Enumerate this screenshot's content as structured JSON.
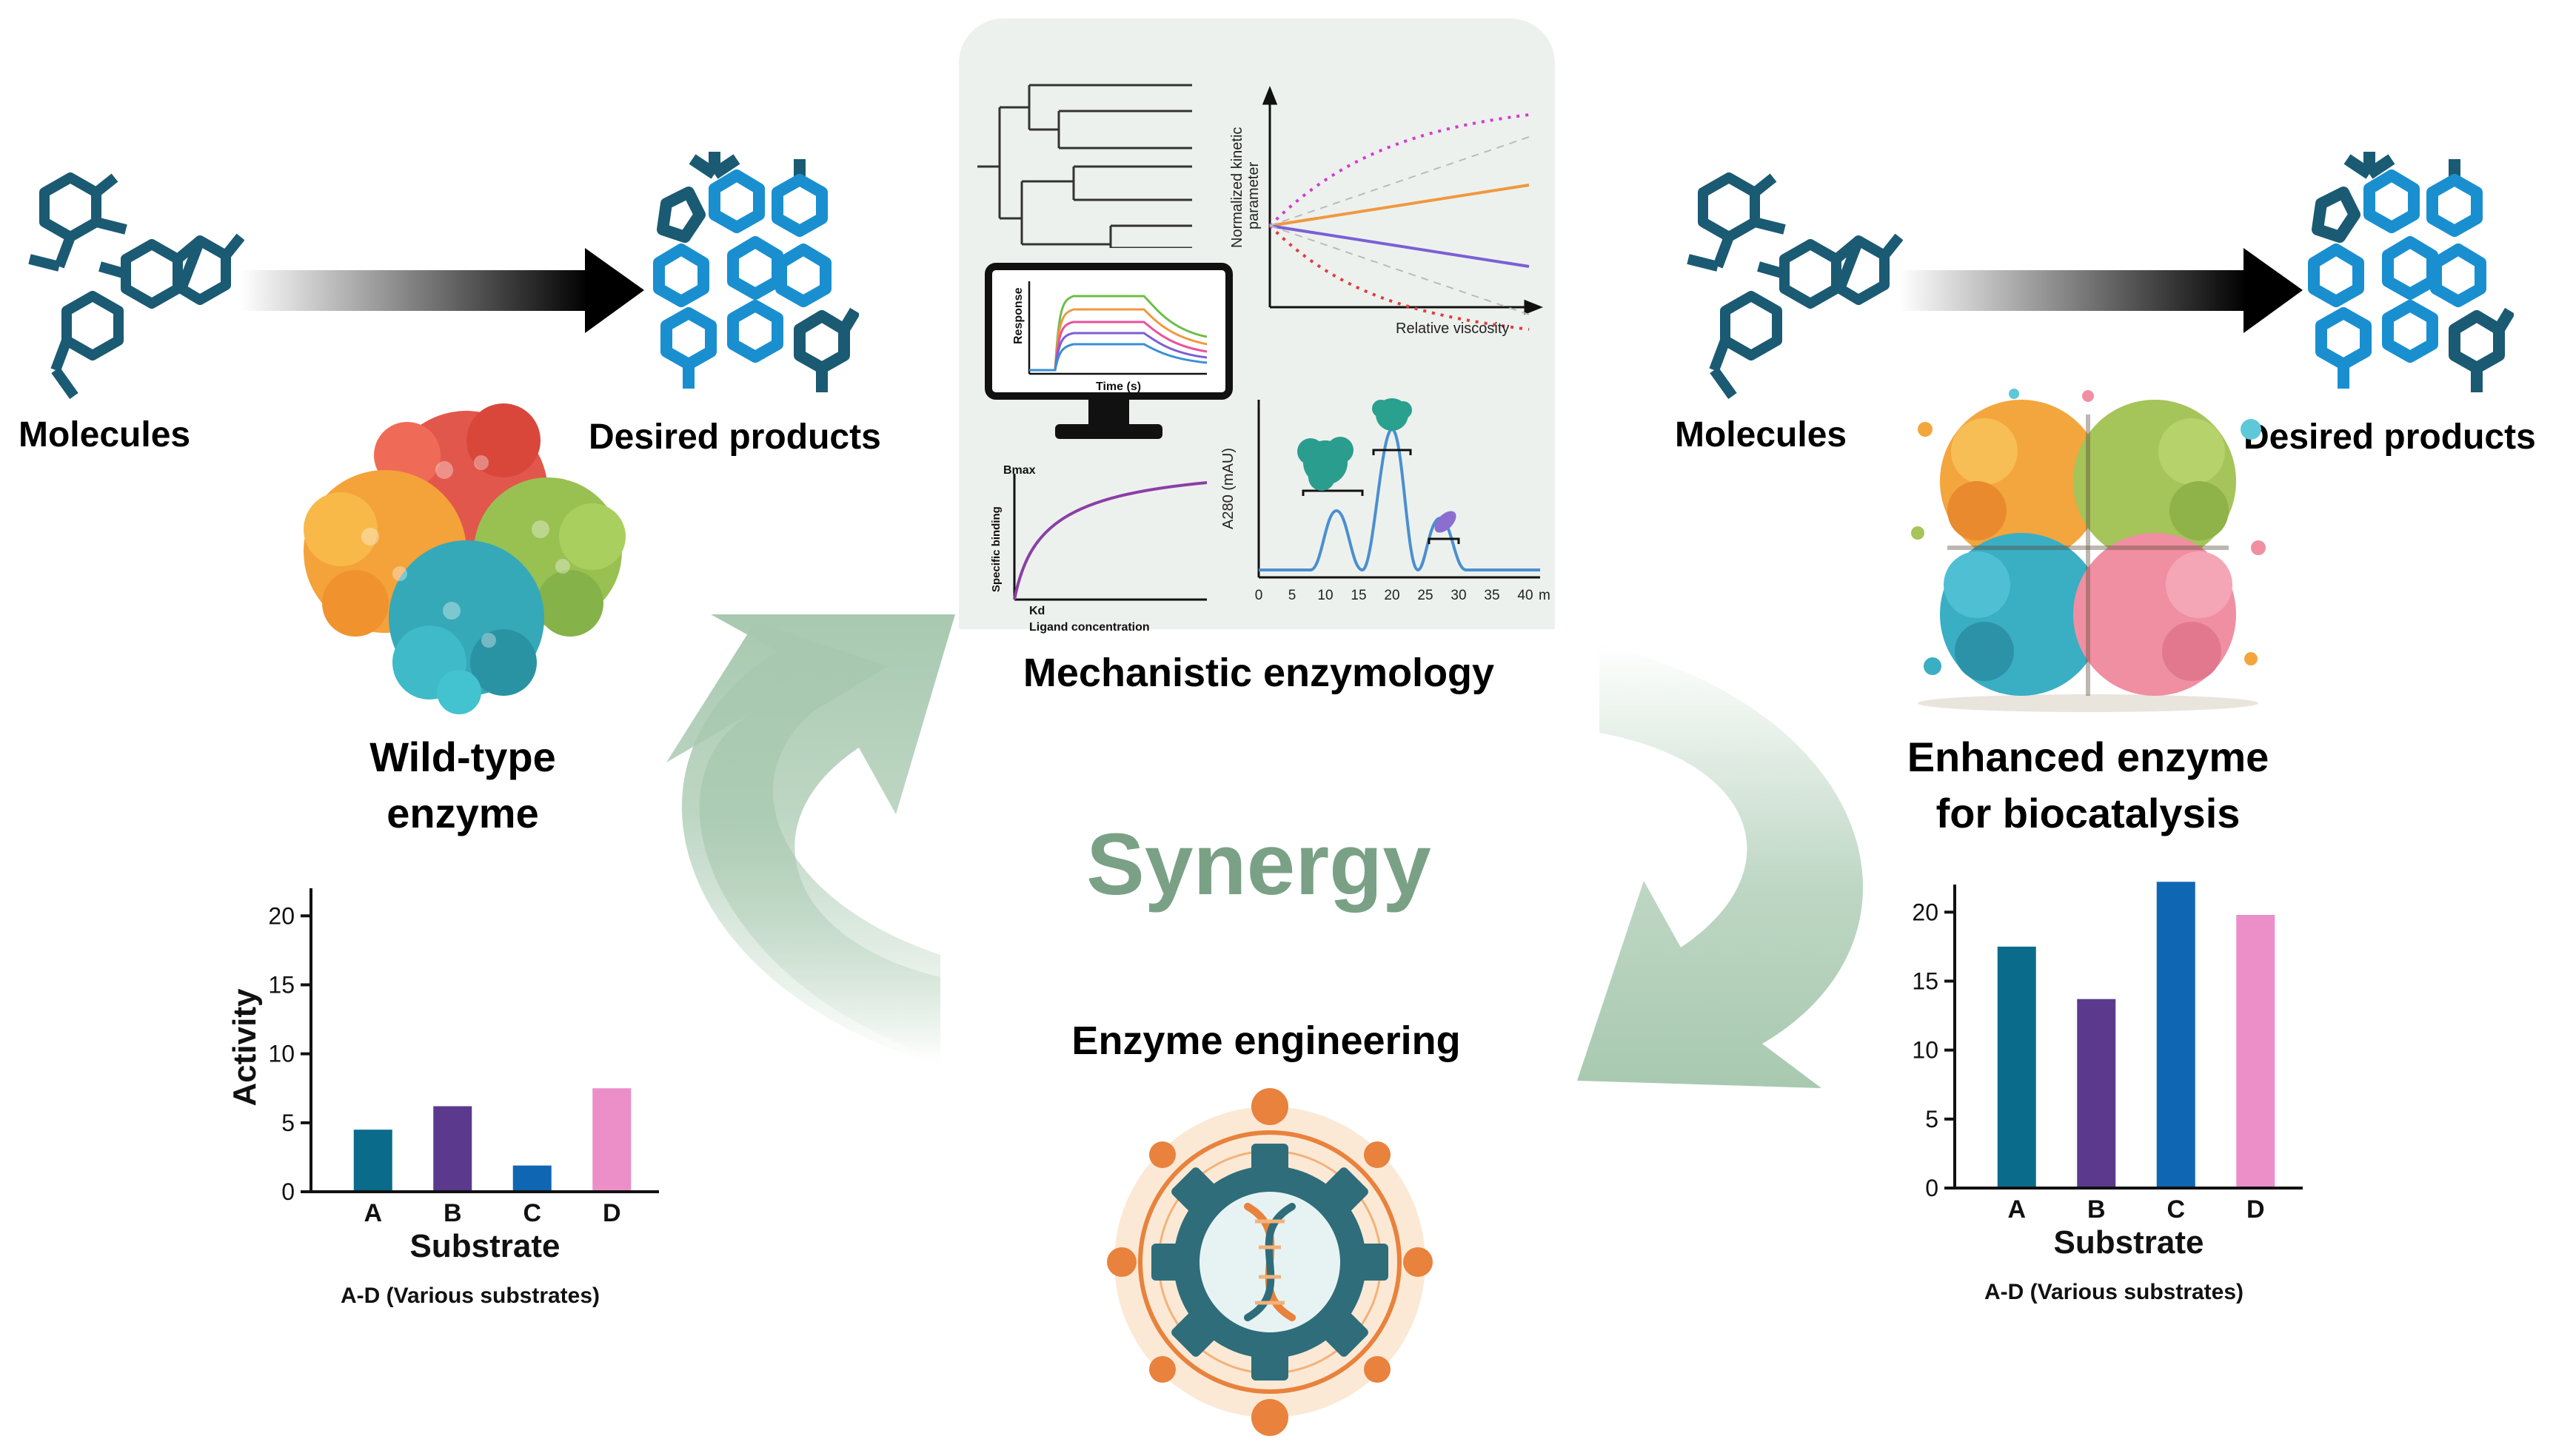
{
  "left": {
    "molecules_label": "Molecules",
    "products_label": "Desired products",
    "enzyme_title_1": "Wild-type",
    "enzyme_title_2": "enzyme"
  },
  "right": {
    "molecules_label": "Molecules",
    "products_label": "Desired products",
    "enzyme_title_1": "Enhanced enzyme",
    "enzyme_title_2": "for biocatalysis"
  },
  "center": {
    "top_label": "Mechanistic enzymology",
    "middle_label": "Synergy",
    "bottom_label": "Enzyme engineering"
  },
  "panel": {
    "kinetic_ylabel_1": "Normalized kinetic",
    "kinetic_ylabel_2": "parameter",
    "kinetic_xlabel": "Relative viscosity",
    "monitor_ylabel": "Response",
    "monitor_xlabel": "Time (s)",
    "binding_top": "Bmax",
    "binding_ylabel": "Specific binding",
    "binding_kd": "Kd",
    "binding_xlabel": "Ligand concentration",
    "sec_ylabel": "A280 (mAU)",
    "sec_ticks": [
      "0",
      "5",
      "10",
      "15",
      "20",
      "25",
      "30",
      "35",
      "40"
    ],
    "sec_unit": "ml"
  },
  "colors": {
    "molecule_dark": "#1b5a73",
    "molecule_light": "#1a8fd0",
    "arrow_green": "#a8c9b0",
    "synergy_text": "#7aa186"
  },
  "chart_data": [
    {
      "type": "bar",
      "categories": [
        "A",
        "B",
        "C",
        "D"
      ],
      "values": [
        4.5,
        6.2,
        1.9,
        7.5
      ],
      "colors": [
        "#0b6b8a",
        "#5b3a8e",
        "#0f66b3",
        "#ec8ec8"
      ],
      "xlabel": "Substrate",
      "ylabel": "Activity",
      "caption": "A-D (Various substrates)",
      "ylim": [
        0,
        22
      ],
      "yticks": [
        0,
        5,
        10,
        15,
        20
      ]
    },
    {
      "type": "bar",
      "categories": [
        "A",
        "B",
        "C",
        "D"
      ],
      "values": [
        17.5,
        13.7,
        22.2,
        19.8
      ],
      "colors": [
        "#0b6b8a",
        "#5b3a8e",
        "#0f66b3",
        "#ec8ec8"
      ],
      "xlabel": "Substrate",
      "ylabel": "",
      "caption": "A-D (Various substrates)",
      "ylim": [
        0,
        22
      ],
      "yticks": [
        0,
        5,
        10,
        15,
        20
      ]
    }
  ]
}
